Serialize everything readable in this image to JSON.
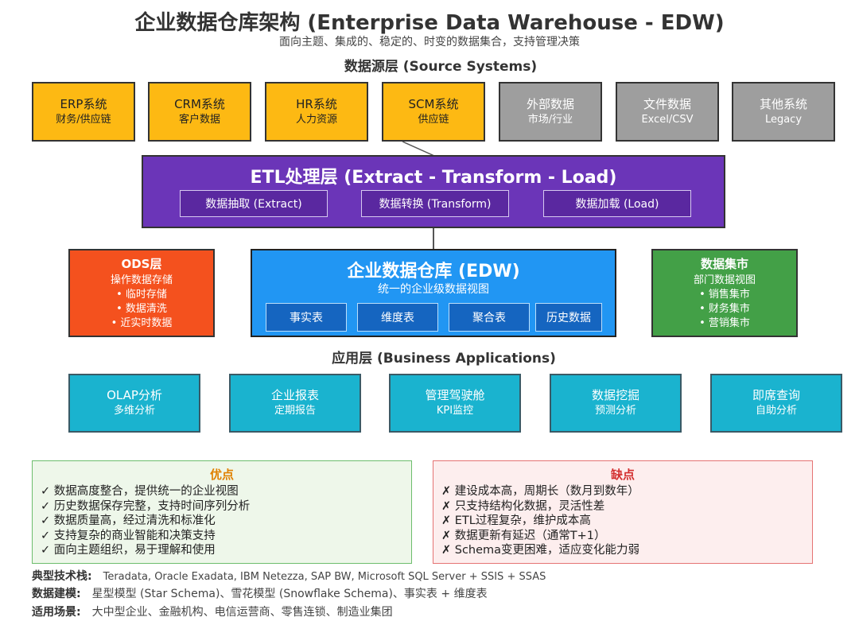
{
  "title": "企业数据仓库架构 (Enterprise Data Warehouse - EDW)",
  "subtitle": "面向主题、集成的、稳定的、时变的数据集合，支持管理决策",
  "source_layer": {
    "label": "数据源层 (Source Systems)",
    "systems": [
      {
        "name": "ERP系统",
        "desc": "财务/供应链",
        "color": "#fdb913"
      },
      {
        "name": "CRM系统",
        "desc": "客户数据",
        "color": "#fdb913"
      },
      {
        "name": "HR系统",
        "desc": "人力资源",
        "color": "#fdb913"
      },
      {
        "name": "SCM系统",
        "desc": "供应链",
        "color": "#fdb913"
      },
      {
        "name": "外部数据",
        "desc": "市场/行业",
        "color": "#9e9e9e"
      },
      {
        "name": "文件数据",
        "desc": "Excel/CSV",
        "color": "#9e9e9e"
      },
      {
        "name": "其他系统",
        "desc": "Legacy",
        "color": "#9e9e9e"
      }
    ]
  },
  "etl_layer": {
    "title": "ETL处理层 (Extract - Transform - Load)",
    "steps": [
      "数据抽取 (Extract)",
      "数据转换 (Transform)",
      "数据加载 (Load)"
    ]
  },
  "ods": {
    "title": "ODS层",
    "subtitle": "操作数据存储",
    "items": [
      "• 临时存储",
      "• 数据清洗",
      "• 近实时数据"
    ]
  },
  "edw": {
    "title": "企业数据仓库 (EDW)",
    "subtitle": "统一的企业级数据视图",
    "tables": [
      "事实表",
      "维度表",
      "聚合表",
      "历史数据"
    ]
  },
  "data_mart": {
    "title": "数据集市",
    "subtitle": "部门数据视图",
    "items": [
      "• 销售集市",
      "• 财务集市",
      "• 营销集市"
    ]
  },
  "app_layer": {
    "label": "应用层 (Business Applications)",
    "apps": [
      {
        "name": "OLAP分析",
        "desc": "多维分析"
      },
      {
        "name": "企业报表",
        "desc": "定期报告"
      },
      {
        "name": "管理驾驶舱",
        "desc": "KPI监控"
      },
      {
        "name": "数据挖掘",
        "desc": "预测分析"
      },
      {
        "name": "即席查询",
        "desc": "自助分析"
      }
    ]
  },
  "pros": {
    "title": "优点",
    "items": [
      "✓ 数据高度整合，提供统一的企业视图",
      "✓ 历史数据保存完整，支持时间序列分析",
      "✓ 数据质量高，经过清洗和标准化",
      "✓ 支持复杂的商业智能和决策支持",
      "✓ 面向主题组织，易于理解和使用"
    ]
  },
  "cons": {
    "title": "缺点",
    "items": [
      "✗ 建设成本高，周期长（数月到数年）",
      "✗ 只支持结构化数据，灵活性差",
      "✗ ETL过程复杂，维护成本高",
      "✗ 数据更新有延迟（通常T+1）",
      "✗ Schema变更困难，适应变化能力弱"
    ]
  },
  "footer": {
    "tech_stack": {
      "label": "典型技术栈:",
      "value": "Teradata, Oracle Exadata, IBM Netezza, SAP BW, Microsoft SQL Server + SSIS + SSAS"
    },
    "modeling": {
      "label": "数据建模:",
      "value": "星型模型 (Star Schema)、雪花模型 (Snowflake Schema)、事实表 + 维度表"
    },
    "scenarios": {
      "label": "适用场景:",
      "value": "大中型企业、金融机构、电信运营商、零售连锁、制造业集团"
    }
  }
}
